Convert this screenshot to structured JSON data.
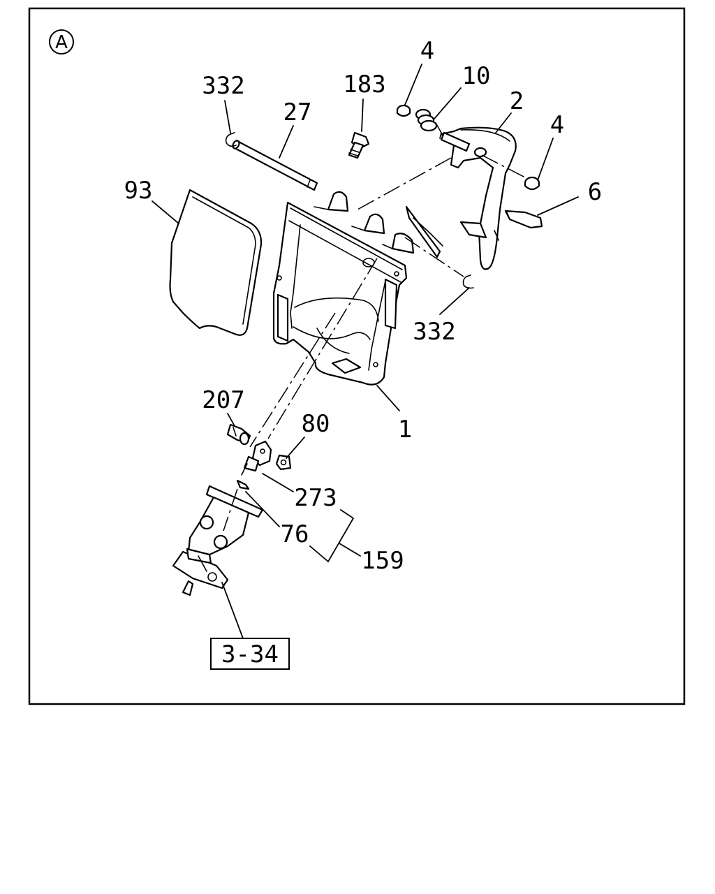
{
  "view_marker": "A",
  "ref_box": "3-34",
  "callouts": [
    {
      "id": "c-332-top",
      "text": "332"
    },
    {
      "id": "c-183",
      "text": "183"
    },
    {
      "id": "c-4-top",
      "text": "4"
    },
    {
      "id": "c-10",
      "text": "10"
    },
    {
      "id": "c-2",
      "text": "2"
    },
    {
      "id": "c-27",
      "text": "27"
    },
    {
      "id": "c-4-right",
      "text": "4"
    },
    {
      "id": "c-93",
      "text": "93"
    },
    {
      "id": "c-6",
      "text": "6"
    },
    {
      "id": "c-332-right",
      "text": "332"
    },
    {
      "id": "c-207",
      "text": "207"
    },
    {
      "id": "c-80",
      "text": "80"
    },
    {
      "id": "c-1",
      "text": "1"
    },
    {
      "id": "c-273",
      "text": "273"
    },
    {
      "id": "c-76",
      "text": "76"
    },
    {
      "id": "c-159",
      "text": "159"
    }
  ]
}
